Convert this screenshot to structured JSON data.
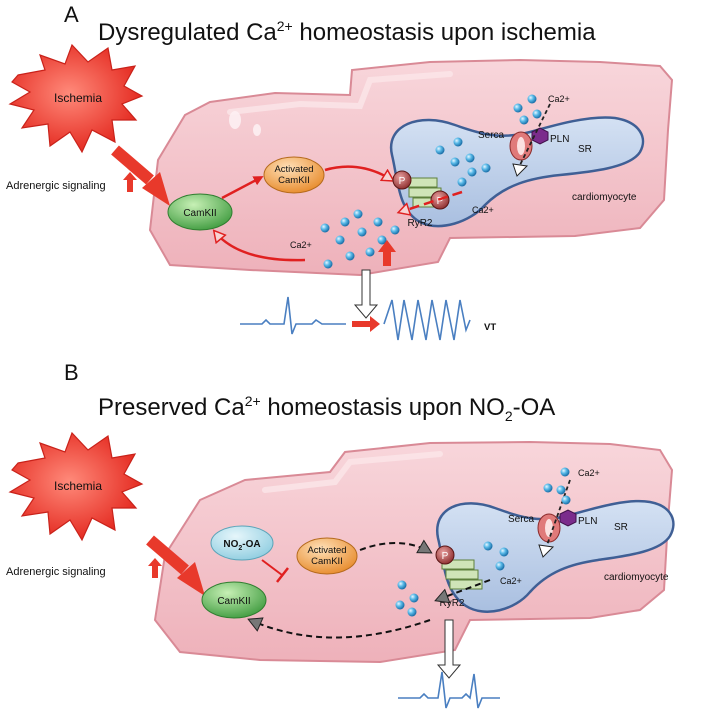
{
  "panelA": {
    "letter": "A",
    "title_prefix": "Dysregulated Ca",
    "title_sup": "2+",
    "title_suffix": " homeostasis upon ischemia",
    "ischemia": "Ischemia",
    "adrenergic": "Adrenergic signaling",
    "camkii": "CamKII",
    "activated_line1": "Activated",
    "activated_line2": "CamKII",
    "p1": "P",
    "p2": "P",
    "ryr2": "RyR2",
    "ca_sr": "Ca2+",
    "ca_cyto": "Ca2+",
    "ca_top": "Ca2+",
    "serca": "Serca",
    "pln": "PLN",
    "sr": "SR",
    "cardiomyocyte": "cardiomyocyte",
    "vt": "VT"
  },
  "panelB": {
    "letter": "B",
    "title_prefix": "Preserved Ca",
    "title_sup": "2+",
    "title_middle": " homeostasis upon NO",
    "title_sub": "2",
    "title_suffix": "-OA",
    "ischemia": "Ischemia",
    "adrenergic": "Adrenergic signaling",
    "no2oa_prefix": "NO",
    "no2oa_sub": "2",
    "no2oa_suffix": "-OA",
    "camkii": "CamKII",
    "activated_line1": "Activated",
    "activated_line2": "CamKII",
    "p1": "P",
    "ryr2": "RyR2",
    "ca_sr": "Ca2+",
    "ca_top": "Ca2+",
    "serca": "Serca",
    "pln": "PLN",
    "sr": "SR",
    "cardiomyocyte": "cardiomyocyte"
  },
  "colors": {
    "cell": "#f5c6cc",
    "cell_edge": "#d98a96",
    "sr": "#b9cbe6",
    "sr_edge": "#3f5f95",
    "camkii": "#5cb85c",
    "activated": "#f0a04b",
    "no2oa": "#a9dbe8",
    "ischemia": "#e8392b",
    "arrow": "#e02020",
    "ecg": "#4a7fc1",
    "ca_ball": "#3d9ed8"
  }
}
